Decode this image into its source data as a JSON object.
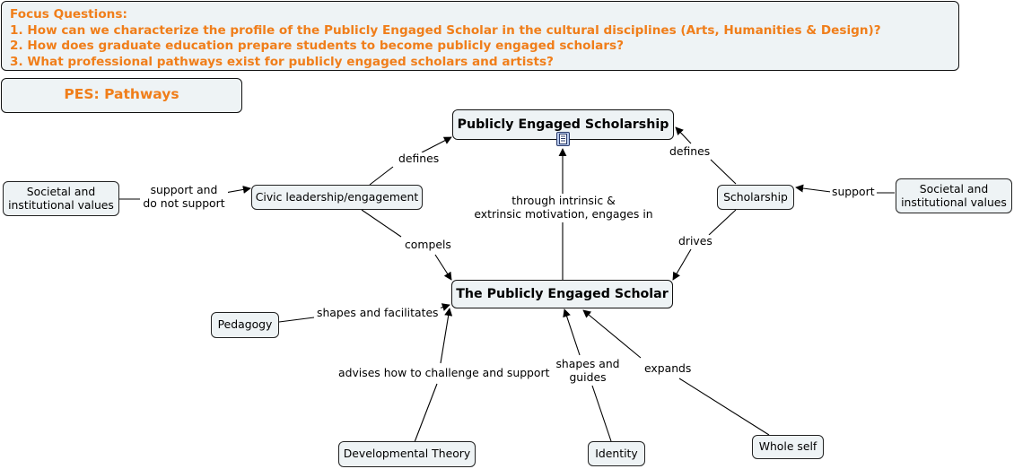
{
  "focus": {
    "heading": "Focus Questions:",
    "q1": "1. How can we characterize the profile of the Publicly Engaged Scholar in the cultural disciplines (Arts, Humanities & Design)?",
    "q2": "2. How does graduate education prepare students to become publicly engaged scholars?",
    "q3": "3. What professional pathways exist for publicly engaged scholars and artists?"
  },
  "pathways_title": "PES: Pathways",
  "nodes": {
    "pes": "Publicly Engaged Scholarship",
    "scholar": "The Publicly Engaged Scholar",
    "civic": "Civic leadership/engagement",
    "scholarship": "Scholarship",
    "societal_left": "Societal and institutional values",
    "societal_right": "Societal and institutional values",
    "pedagogy": "Pedagogy",
    "developmental": "Developmental Theory",
    "identity": "Identity",
    "whole_self": "Whole self"
  },
  "links": {
    "defines_left": "defines",
    "defines_right": "defines",
    "support_left": "support and\ndo not support",
    "support_right": "support",
    "compels": "compels",
    "drives": "drives",
    "motivation": "through intrinsic &\nextrinsic motivation, engages in",
    "shapes_facilitates": "shapes and facilitates",
    "advises": "advises how to challenge and support",
    "shapes_guides": "shapes and\nguides",
    "expands": "expands"
  },
  "icons": {
    "resource": "document-icon"
  },
  "colors": {
    "accent": "#f07e1a",
    "node_fill": "#eef3f5",
    "line": "#000000"
  }
}
